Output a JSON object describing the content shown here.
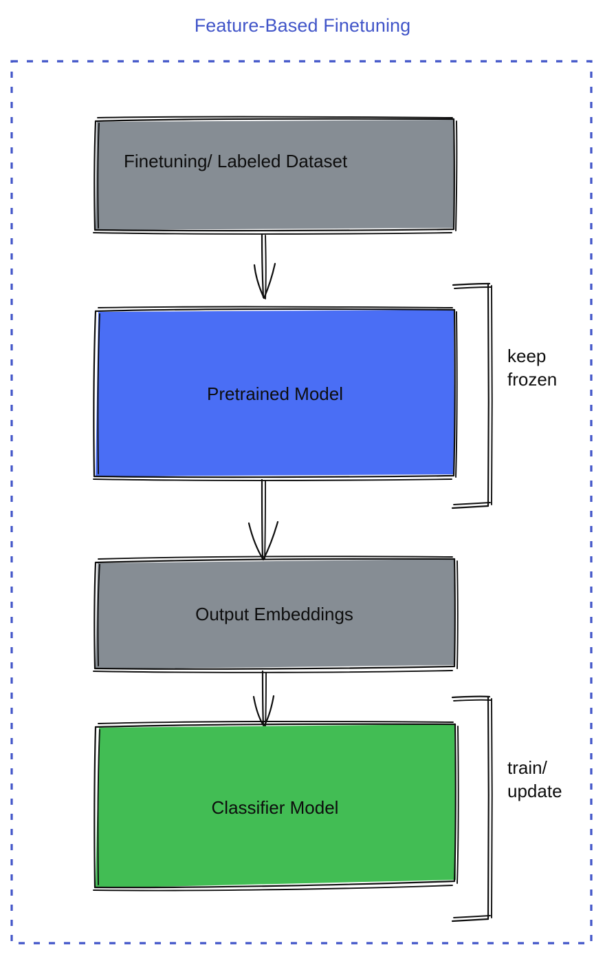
{
  "diagram": {
    "title": "Feature-Based Finetuning",
    "title_color": "#4054c8",
    "frame": {
      "name": "dashed-container",
      "style": "dashed",
      "color": "#4054c8"
    },
    "nodes": [
      {
        "id": "finetuning-dataset",
        "label": "Finetuning/ Labeled Dataset",
        "fill": "#868d94",
        "stroke": "#0d0d0d",
        "text_color": "#0d0d0d",
        "text_align": "left"
      },
      {
        "id": "pretrained-model",
        "label": "Pretrained Model",
        "fill": "#4a6ef5",
        "stroke": "#0d0d0d",
        "text_color": "#0d0d0d",
        "text_align": "center"
      },
      {
        "id": "output-embeddings",
        "label": "Output Embeddings",
        "fill": "#868d94",
        "stroke": "#0d0d0d",
        "text_color": "#0d0d0d",
        "text_align": "center"
      },
      {
        "id": "classifier-model",
        "label": "Classifier Model",
        "fill": "#42bd54",
        "stroke": "#0d0d0d",
        "text_color": "#0d0d0d",
        "text_align": "center"
      }
    ],
    "connectors": [
      {
        "id": "arrow-dataset-to-pretrained",
        "from": "finetuning-dataset",
        "to": "pretrained-model",
        "style": "arrow-down"
      },
      {
        "id": "arrow-pretrained-to-embeddings",
        "from": "pretrained-model",
        "to": "output-embeddings",
        "style": "arrow-down"
      },
      {
        "id": "arrow-embeddings-to-classifier",
        "from": "output-embeddings",
        "to": "classifier-model",
        "style": "arrow-down"
      }
    ],
    "annotations": [
      {
        "id": "keep-frozen",
        "lines": [
          "keep",
          "frozen"
        ],
        "target": "pretrained-model",
        "bracket": "right"
      },
      {
        "id": "train-update",
        "lines": [
          "train/",
          "update"
        ],
        "target": "classifier-model",
        "bracket": "right"
      }
    ]
  }
}
